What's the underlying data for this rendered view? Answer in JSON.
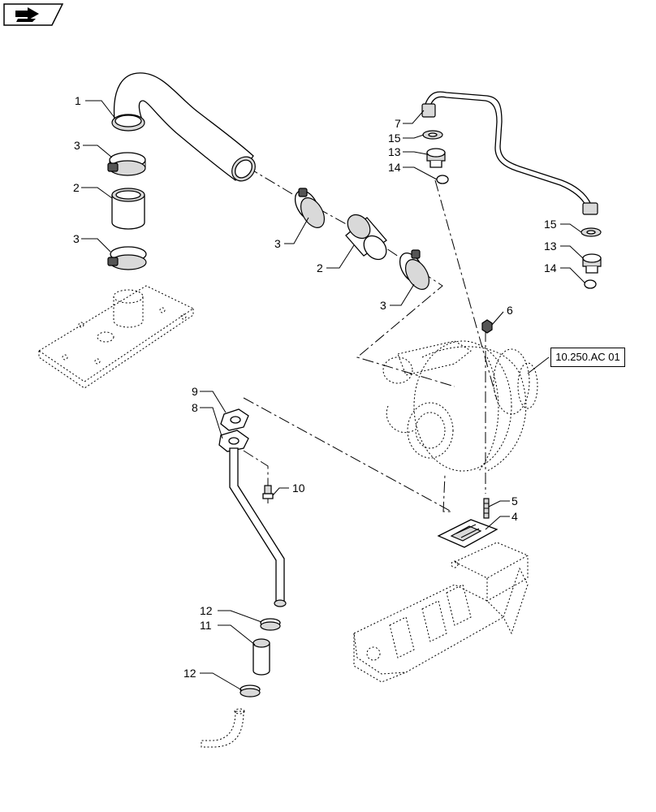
{
  "nav_badge": {
    "icon": "arrow-right-icon"
  },
  "reference_box": {
    "text": "10.250.AC 01"
  },
  "callouts": {
    "c1": "1",
    "c3a": "3",
    "c2a": "2",
    "c3b": "3",
    "c3c": "3",
    "c2b": "2",
    "c3d": "3",
    "c7": "7",
    "c15a": "15",
    "c13a": "13",
    "c14a": "14",
    "c15b": "15",
    "c13b": "13",
    "c14b": "14",
    "c6": "6",
    "c9": "9",
    "c8": "8",
    "c10": "10",
    "c5": "5",
    "c4": "4",
    "c12a": "12",
    "c11": "11",
    "c12b": "12"
  }
}
